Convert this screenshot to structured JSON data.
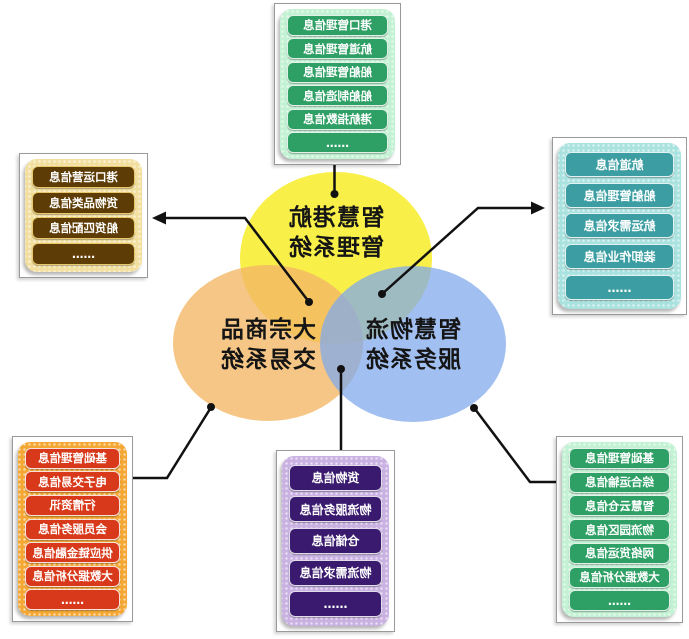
{
  "diagram": {
    "line_color": "#111111",
    "label_color": "#151515"
  },
  "venn": {
    "circles": [
      {
        "id": "smart-port-management",
        "line1": "智慧港航",
        "line2": "管理系统",
        "color": "#F8F048"
      },
      {
        "id": "commodity-trading",
        "line1": "大宗商品",
        "line2": "交易系统",
        "color": "rgba(243,184,102,0.8)"
      },
      {
        "id": "smart-logistics",
        "line1": "智慧物流",
        "line2": "服务系统",
        "color": "rgba(130,170,235,0.75)"
      }
    ]
  },
  "boxes": [
    {
      "id": "port-management-info",
      "panel_color": "#C2F2D3",
      "item_color": "#2FA065",
      "items": [
        "港口管理信息",
        "航道管理信息",
        "船舶管理信息",
        "船舶制造信息",
        "港航指数信息",
        "……"
      ]
    },
    {
      "id": "port-operation-info",
      "panel_color": "#F2DFA0",
      "item_color": "#5E3C05",
      "items": [
        "港口运营信息",
        "货物品类信息",
        "船货匹配信息",
        "……"
      ]
    },
    {
      "id": "shipping-info",
      "panel_color": "#A9E2DF",
      "item_color": "#3C9EA2",
      "items": [
        "航道信息",
        "船舶管理信息",
        "航运需求信息",
        "装卸作业信息",
        "……"
      ]
    },
    {
      "id": "trading-info",
      "panel_color": "#F5A733",
      "item_color": "#D8391A",
      "items": [
        "基础管理信息",
        "电子交易信息",
        "行情资讯",
        "会员服务信息",
        "供应链金融信息",
        "大数据分析信息",
        "……"
      ]
    },
    {
      "id": "cargo-logistics-info",
      "panel_color": "#C9B2E2",
      "item_color": "#3A1A6E",
      "items": [
        "货物信息",
        "物流服务信息",
        "仓储信息",
        "物流需求信息",
        "……"
      ]
    },
    {
      "id": "logistics-platform-info",
      "panel_color": "#C2F2D3",
      "item_color": "#2FA065",
      "items": [
        "基础管理信息",
        "综合运输信息",
        "智慧云仓信息",
        "物流园区信息",
        "网络货运信息",
        "大数据分析信息",
        "……"
      ]
    }
  ]
}
